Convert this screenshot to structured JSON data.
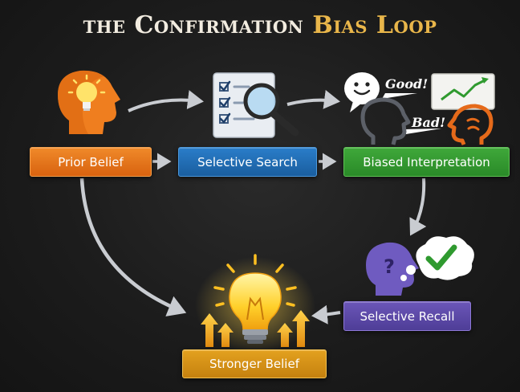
{
  "title": {
    "part1": "the Confirmation",
    "part2": "Bias Loop"
  },
  "nodes": {
    "prior": "Prior Belief",
    "search": "Selective Search",
    "interpretation": "Biased Interpretation",
    "recall": "Selective Recall",
    "stronger": "Stronger Belief"
  },
  "speech": {
    "good": "Good!",
    "bad": "Bad!"
  },
  "colors": {
    "prior": "#e8761c",
    "search": "#1f6fb5",
    "interpretation": "#36992f",
    "recall": "#5d49a8",
    "stronger": "#d8941a",
    "arrow": "#c9ccd1"
  },
  "icons": [
    "lightbulb-head-icon",
    "checklist-magnifier-icon",
    "smiley-speech-icon",
    "trend-chart-icon",
    "angry-head-icon",
    "thought-bubble-check-icon",
    "glowing-lightbulb-icon"
  ]
}
